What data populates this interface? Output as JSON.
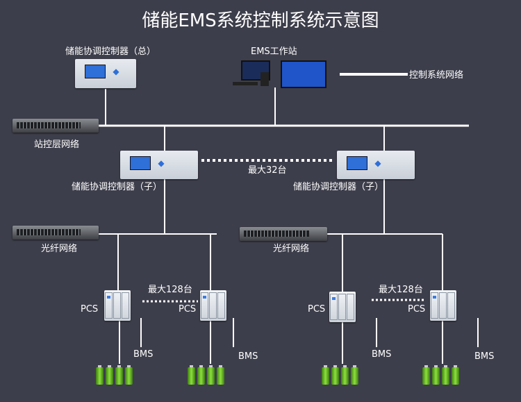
{
  "diagram": {
    "title": "储能EMS系统控制系统示意图",
    "labels": {
      "master_controller": "储能协调控制器（总）",
      "ems_station": "EMS工作站",
      "legend_line": "控制系统网络",
      "station_network": "站控层网络",
      "max_32": "最大32台",
      "sub_controller_left": "储能协调控制器（子）",
      "sub_controller_right": "储能协调控制器（子）",
      "fiber_left": "光纤网络",
      "fiber_right": "光纤网络",
      "max_128_left": "最大128台",
      "max_128_right": "最大128台",
      "pcs_1": "PCS",
      "pcs_2": "PCS",
      "pcs_3": "PCS",
      "pcs_4": "PCS",
      "bms_1": "BMS",
      "bms_2": "BMS",
      "bms_3": "BMS",
      "bms_4": "BMS"
    },
    "colors": {
      "background": "#3d3e4b",
      "line": "#ffffff",
      "accent": "#2e6fd8",
      "battery": "#8ce03c"
    }
  }
}
